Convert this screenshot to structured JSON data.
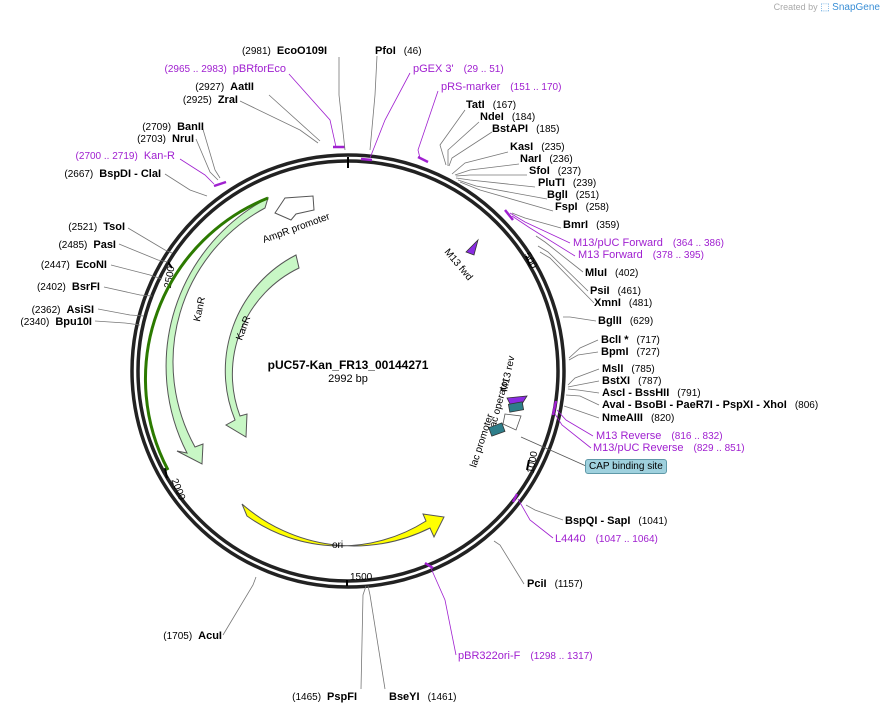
{
  "app": {
    "brand_prefix": "Created by",
    "brand_name": "SnapGene"
  },
  "plasmid": {
    "name": "pUC57-Kan_FR13_00144271",
    "length_text": "2992 bp",
    "length": 2992
  },
  "colors": {
    "backbone": "#222222",
    "primer": "#a020d0",
    "kanr": "#c8f7c5",
    "ori": "#ffff00",
    "m13": "#8a2be2",
    "lac": "#2e7e8a"
  },
  "ticks": [
    "500",
    "1000",
    "1500",
    "2000",
    "2500"
  ],
  "sites": [
    {
      "name": "EcoO109I",
      "pos": "(2981)",
      "side": "left"
    },
    {
      "name": "PfoI",
      "pos": "(46)",
      "side": "right"
    },
    {
      "name": "AatII",
      "pos": "(2927)",
      "side": "left"
    },
    {
      "name": "ZraI",
      "pos": "(2925)",
      "side": "left"
    },
    {
      "name": "TatI",
      "pos": "(167)",
      "side": "right"
    },
    {
      "name": "NdeI",
      "pos": "(184)",
      "side": "right"
    },
    {
      "name": "BstAPI",
      "pos": "(185)",
      "side": "right"
    },
    {
      "name": "BanII",
      "pos": "(2709)",
      "side": "left"
    },
    {
      "name": "NruI",
      "pos": "(2703)",
      "side": "left"
    },
    {
      "name": "KasI",
      "pos": "(235)",
      "side": "right"
    },
    {
      "name": "NarI",
      "pos": "(236)",
      "side": "right"
    },
    {
      "name": "SfoI",
      "pos": "(237)",
      "side": "right"
    },
    {
      "name": "BspDI  -  ClaI",
      "pos": "(2667)",
      "side": "left"
    },
    {
      "name": "PluTI",
      "pos": "(239)",
      "side": "right"
    },
    {
      "name": "BglI",
      "pos": "(251)",
      "side": "right"
    },
    {
      "name": "FspI",
      "pos": "(258)",
      "side": "right"
    },
    {
      "name": "TsoI",
      "pos": "(2521)",
      "side": "left"
    },
    {
      "name": "BmrI",
      "pos": "(359)",
      "side": "right"
    },
    {
      "name": "PasI",
      "pos": "(2485)",
      "side": "left"
    },
    {
      "name": "EcoNI",
      "pos": "(2447)",
      "side": "left"
    },
    {
      "name": "MluI",
      "pos": "(402)",
      "side": "right"
    },
    {
      "name": "BsrFI",
      "pos": "(2402)",
      "side": "left"
    },
    {
      "name": "PsiI",
      "pos": "(461)",
      "side": "right"
    },
    {
      "name": "XmnI",
      "pos": "(481)",
      "side": "right"
    },
    {
      "name": "AsiSI",
      "pos": "(2362)",
      "side": "left"
    },
    {
      "name": "Bpu10I",
      "pos": "(2340)",
      "side": "left"
    },
    {
      "name": "BglII",
      "pos": "(629)",
      "side": "right"
    },
    {
      "name": "BclI *",
      "pos": "(717)",
      "side": "right"
    },
    {
      "name": "BpmI",
      "pos": "(727)",
      "side": "right"
    },
    {
      "name": "MslI",
      "pos": "(785)",
      "side": "right"
    },
    {
      "name": "BstXI",
      "pos": "(787)",
      "side": "right"
    },
    {
      "name": "AscI  -  BssHII",
      "pos": "(791)",
      "side": "right"
    },
    {
      "name": "AvaI  -  BsoBI  -  PaeR7I  -  PspXI  -  XhoI",
      "pos": "(806)",
      "side": "right"
    },
    {
      "name": "NmeAIII",
      "pos": "(820)",
      "side": "right"
    },
    {
      "name": "BspQI  -  SapI",
      "pos": "(1041)",
      "side": "right"
    },
    {
      "name": "PciI",
      "pos": "(1157)",
      "side": "right"
    },
    {
      "name": "AcuI",
      "pos": "(1705)",
      "side": "left"
    },
    {
      "name": "PspFI",
      "pos": "(1465)",
      "side": "left"
    },
    {
      "name": "BseYI",
      "pos": "(1461)",
      "side": "right"
    }
  ],
  "primers": [
    {
      "name": "pBRforEco",
      "range": "(2965 .. 2983)",
      "side": "left"
    },
    {
      "name": "pGEX 3'",
      "range": "(29 .. 51)",
      "side": "right"
    },
    {
      "name": "pRS-marker",
      "range": "(151 .. 170)",
      "side": "right"
    },
    {
      "name": "Kan-R",
      "range": "(2700 .. 2719)",
      "side": "left"
    },
    {
      "name": "M13/pUC Forward",
      "range": "(364 .. 386)",
      "side": "right"
    },
    {
      "name": "M13 Forward",
      "range": "(378 .. 395)",
      "side": "right"
    },
    {
      "name": "M13 Reverse",
      "range": "(816 .. 832)",
      "side": "right"
    },
    {
      "name": "M13/pUC Reverse",
      "range": "(829 .. 851)",
      "side": "right"
    },
    {
      "name": "L4440",
      "range": "(1047 .. 1064)",
      "side": "right"
    },
    {
      "name": "pBR322ori-F",
      "range": "(1298 .. 1317)",
      "side": "right"
    }
  ],
  "features": {
    "ampr_promoter": "AmpR promoter",
    "kanr_outer": "KanR",
    "kanr_inner": "KanR",
    "ori": "ori",
    "m13_fwd": "M13 fwd",
    "m13_rev": "M13 rev",
    "lac_operator": "lac operator",
    "lac_promoter": "lac promoter",
    "cap_site": "CAP binding site"
  }
}
